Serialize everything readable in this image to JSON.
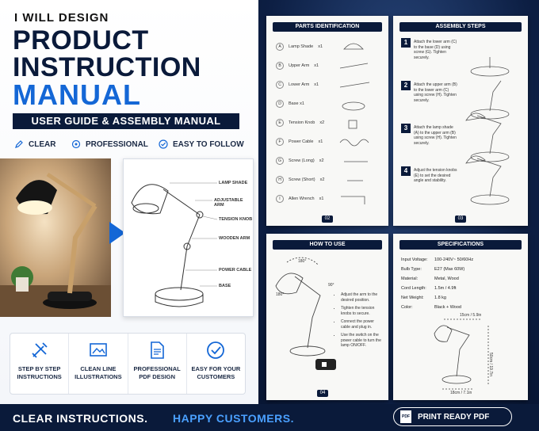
{
  "header": {
    "kicker": "I WILL DESIGN",
    "line1": "PRODUCT",
    "line2": "INSTRUCTION",
    "line3": "MANUAL",
    "banner": "USER GUIDE & ASSEMBLY MANUAL"
  },
  "features_top": [
    {
      "label": "CLEAR",
      "icon": "pencil-icon"
    },
    {
      "label": "PROFESSIONAL",
      "icon": "target-icon"
    },
    {
      "label": "EASY TO FOLLOW",
      "icon": "check-circle-icon"
    }
  ],
  "diagram_labels": [
    "LAMP SHADE",
    "ADJUSTABLE ARM",
    "TENSION KNOB",
    "WOODEN ARM",
    "POWER CABLE",
    "BASE"
  ],
  "features_bottom": [
    {
      "label": "STEP BY STEP\nINSTRUCTIONS",
      "icon": "tools-icon"
    },
    {
      "label": "CLEAN LINE\nILLUSTRATIONS",
      "icon": "image-edit-icon"
    },
    {
      "label": "PROFESSIONAL\nPDF DESIGN",
      "icon": "document-icon"
    },
    {
      "label": "EASY FOR YOUR\nCUSTOMERS",
      "icon": "check-circle-icon"
    }
  ],
  "pages": {
    "parts": {
      "title": "PARTS IDENTIFICATION",
      "num": "02",
      "items": [
        {
          "k": "A",
          "name": "Lamp Shade",
          "q": "x1"
        },
        {
          "k": "B",
          "name": "Upper Arm",
          "q": "x1"
        },
        {
          "k": "C",
          "name": "Lower Arm",
          "q": "x1"
        },
        {
          "k": "D",
          "name": "Base x1",
          "q": ""
        },
        {
          "k": "E",
          "name": "Tension Knob",
          "q": "x2"
        },
        {
          "k": "F",
          "name": "Power Cable",
          "q": "x1"
        },
        {
          "k": "G",
          "name": "Screw (Long)",
          "q": "x2"
        },
        {
          "k": "H",
          "name": "Screw (Short)",
          "q": "x2"
        },
        {
          "k": "I",
          "name": "Allen Wrench",
          "q": "x1"
        }
      ]
    },
    "assembly": {
      "title": "ASSEMBLY STEPS",
      "num": "03",
      "steps": [
        {
          "n": "1",
          "text": "Attach the lower arm (C) to the base (D) using screw (G). Tighten securely."
        },
        {
          "n": "2",
          "text": "Attach the upper arm (B) to the lower arm (C) using screw (H). Tighten securely."
        },
        {
          "n": "3",
          "text": "Attach the lamp shade (A) to the upper arm (B) using screw (H). Tighten securely."
        },
        {
          "n": "4",
          "text": "Adjust the tension knobs (E) to set the desired angle and stability."
        }
      ]
    },
    "howto": {
      "title": "HOW TO USE",
      "num": "04",
      "angles": [
        "180°",
        "90°",
        "180°"
      ],
      "bullets": [
        "Adjust the arm to the desired position.",
        "Tighten the tension knobs to secure.",
        "Connect the power cable and plug in.",
        "Use the switch on the power cable to turn the lamp ON/OFF."
      ]
    },
    "specs": {
      "title": "SPECIFICATIONS",
      "rows": [
        {
          "k": "Input Voltage:",
          "v": "100-240V~ 50/60Hz"
        },
        {
          "k": "Bulb Type:",
          "v": "E27 (Max 60W)"
        },
        {
          "k": "Material:",
          "v": "Metal, Wood"
        },
        {
          "k": "Cord Length:",
          "v": "1.5m / 4.9ft"
        },
        {
          "k": "Net Weight:",
          "v": "1.8 kg"
        },
        {
          "k": "Color:",
          "v": "Black + Wood"
        }
      ],
      "dims": [
        "15cm / 5.9in",
        "18cm / 7.1in",
        "50cm / 19.7in"
      ]
    }
  },
  "footer": {
    "part1": "CLEAR INSTRUCTIONS.",
    "part2": "HAPPY CUSTOMERS.",
    "pdf_badge": "PDF",
    "pdf_label": "PRINT READY PDF"
  },
  "colors": {
    "navy": "#0a1a3a",
    "blue": "#1467d6",
    "accent_blue": "#4aa0ff"
  }
}
